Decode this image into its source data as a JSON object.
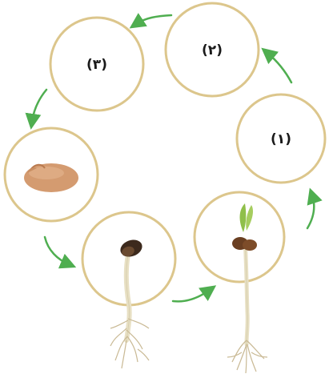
{
  "diagram": {
    "circle_labels": {
      "c1": "(١)",
      "c2": "(٢)",
      "c3": "(٣)"
    },
    "colors": {
      "ring": "#dcc68c",
      "arrow": "#4fae50",
      "seed": "#d49b70",
      "seed_dark": "#b8794e",
      "stem": "#e8e0c4",
      "root": "#c9b994",
      "leaf": "#8fbf4a",
      "cotyledon": "#6a3f22"
    },
    "stages": [
      "empty-stage-1",
      "empty-stage-2",
      "empty-stage-3",
      "seed",
      "early-germination",
      "seedling"
    ]
  }
}
